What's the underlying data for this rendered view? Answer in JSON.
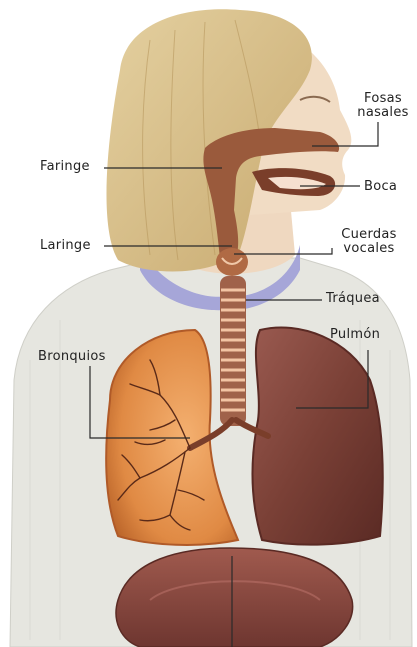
{
  "labels": {
    "fosas_line1": "Fosas",
    "fosas_line2": "nasales",
    "faringe": "Faringe",
    "boca": "Boca",
    "laringe": "Laringe",
    "cuerdas_line1": "Cuerdas",
    "cuerdas_line2": "vocales",
    "traquea": "Tráquea",
    "pulmon": "Pulmón",
    "bronquios": "Bronquios"
  },
  "colors": {
    "hair": "#dcc690",
    "skin": "#efd8c0",
    "sweater": "#e6e6e0",
    "collar": "#a6a6d8",
    "airway": "#9a5a3c",
    "left_lung": "#e29048",
    "right_lung": "#7a4036",
    "diaphragm": "#8e4a40",
    "trachea_ring": "#f2c4a4",
    "leader_line": "#2a2a2a"
  }
}
